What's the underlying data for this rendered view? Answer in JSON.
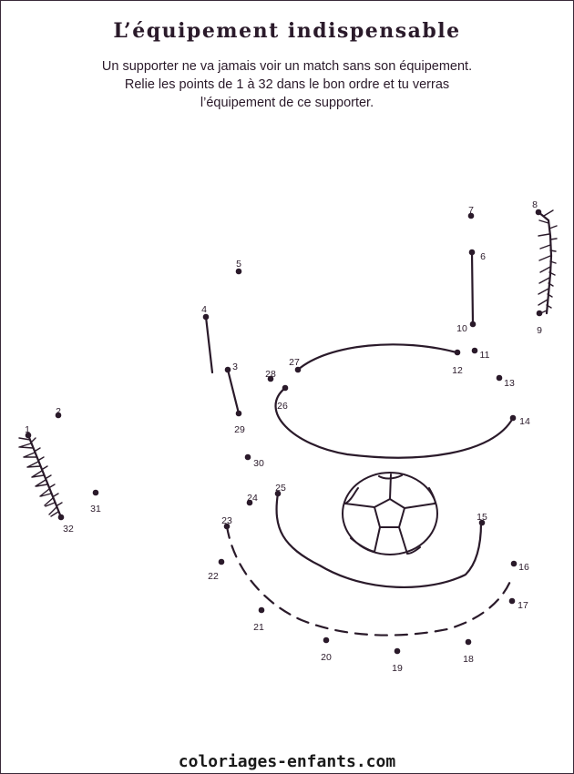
{
  "title": "L’équipement indispensable",
  "instructions": [
    "Un supporter ne va jamais voir un match sans son équipement.",
    "Relie les points de 1 à 32 dans le bon ordre et tu verras",
    "l’équipement de ce supporter."
  ],
  "dots": [
    {
      "n": "1"
    },
    {
      "n": "2"
    },
    {
      "n": "3"
    },
    {
      "n": "4"
    },
    {
      "n": "5"
    },
    {
      "n": "6"
    },
    {
      "n": "7"
    },
    {
      "n": "8"
    },
    {
      "n": "9"
    },
    {
      "n": "10"
    },
    {
      "n": "11"
    },
    {
      "n": "12"
    },
    {
      "n": "13"
    },
    {
      "n": "14"
    },
    {
      "n": "15"
    },
    {
      "n": "16"
    },
    {
      "n": "17"
    },
    {
      "n": "18"
    },
    {
      "n": "19"
    },
    {
      "n": "20"
    },
    {
      "n": "21"
    },
    {
      "n": "22"
    },
    {
      "n": "23"
    },
    {
      "n": "24"
    },
    {
      "n": "25"
    },
    {
      "n": "26"
    },
    {
      "n": "27"
    },
    {
      "n": "28"
    },
    {
      "n": "29"
    },
    {
      "n": "30"
    },
    {
      "n": "31"
    },
    {
      "n": "32"
    }
  ],
  "footer": "coloriages-enfants.com",
  "colors": {
    "ink": "#2a1a2a"
  }
}
